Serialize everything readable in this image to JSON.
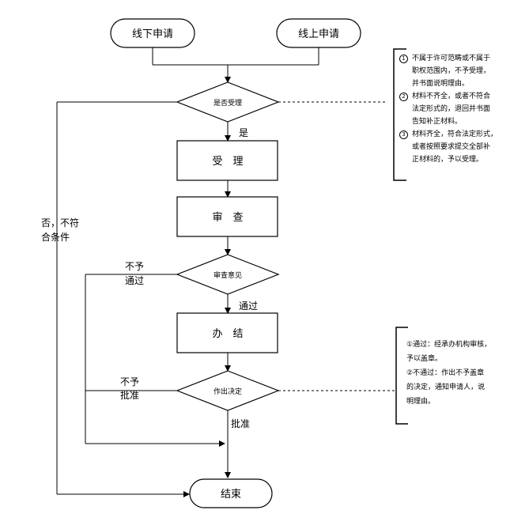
{
  "nodes": {
    "offline_apply": "线下申请",
    "online_apply": "线上申请",
    "accept_check": "是否受理",
    "accept": "受　理",
    "review": "审　查",
    "review_opinion": "审查意见",
    "handle": "办　结",
    "decision": "作出决定",
    "end": "结束"
  },
  "edges": {
    "yes": "是",
    "no_line1": "否，不符",
    "no_line2": "合条件",
    "reject_pass_line1": "不予",
    "reject_pass_line2": "通过",
    "pass": "通过",
    "reject_approve_line1": "不予",
    "reject_approve_line2": "批准",
    "approve": "批准"
  },
  "note1": {
    "items": [
      {
        "num": "1",
        "lines": [
          "不属于许可范畴或不属于",
          "职权范围内，不予受理，",
          "并书面说明理由。"
        ]
      },
      {
        "num": "2",
        "lines": [
          "材料不齐全，或者不符合",
          "法定形式的，退回并书面",
          "告知补正材料。"
        ]
      },
      {
        "num": "3",
        "lines": [
          "材料齐全，符合法定形式，",
          "或者按照要求提交全部补",
          "正材料的，予以受理。"
        ]
      }
    ]
  },
  "note2": {
    "lines": [
      "①通过：经承办机构审核，",
      "予以盖章。",
      "②不通过：作出不予盖章",
      "的决定，通知申请人，说",
      "明理由。"
    ]
  }
}
